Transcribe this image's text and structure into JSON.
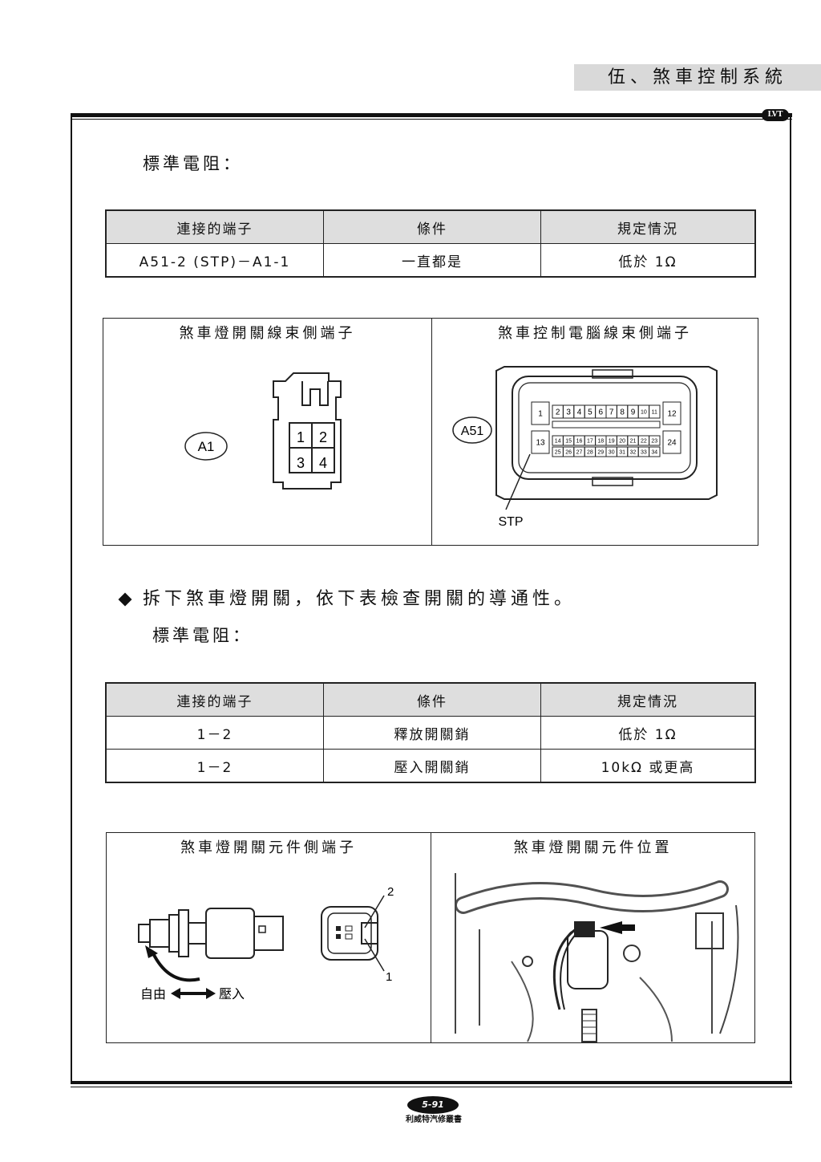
{
  "header": {
    "section_title": "伍、煞車控制系統",
    "logo_text": "LVT"
  },
  "section1": {
    "heading": "標準電阻：",
    "table": {
      "headers": [
        "連接的端子",
        "條件",
        "規定情況"
      ],
      "rows": [
        [
          "A51-2 (STP)－A1-1",
          "一直都是",
          "低於 1Ω"
        ]
      ]
    }
  },
  "diagram1": {
    "left_title": "煞車燈開關線束側端子",
    "right_title": "煞車控制電腦線束側端子",
    "left_label": "A1",
    "left_pins": [
      "1",
      "2",
      "3",
      "4"
    ],
    "right_label": "A51",
    "right_pins_top": [
      "1",
      "2",
      "3",
      "4",
      "5",
      "6",
      "7",
      "8",
      "9",
      "10",
      "11",
      "12"
    ],
    "right_pins_mid": [
      "13",
      "14",
      "15",
      "16",
      "17",
      "18",
      "19",
      "20",
      "21",
      "22",
      "23",
      "24"
    ],
    "right_pins_bot": [
      "25",
      "26",
      "27",
      "28",
      "29",
      "30",
      "31",
      "32",
      "33",
      "34"
    ],
    "stp_label": "STP"
  },
  "section2": {
    "bullet_icon": "diamond-bullet-icon",
    "bullet_text": "拆下煞車燈開關，依下表檢查開關的導通性。",
    "heading": "標準電阻：",
    "table": {
      "headers": [
        "連接的端子",
        "條件",
        "規定情況"
      ],
      "rows": [
        [
          "1－2",
          "釋放開關銷",
          "低於 1Ω"
        ],
        [
          "1－2",
          "壓入開關銷",
          "10kΩ 或更高"
        ]
      ]
    }
  },
  "diagram2": {
    "left_title": "煞車燈開關元件側端子",
    "right_title": "煞車燈開關元件位置",
    "free_label": "自由",
    "press_label": "壓入",
    "pin1": "1",
    "pin2": "2"
  },
  "footer": {
    "page_number": "5-91",
    "publisher": "利威特汽修叢書"
  }
}
